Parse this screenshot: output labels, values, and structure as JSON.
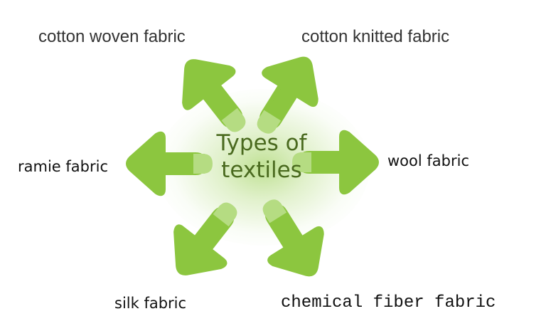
{
  "diagram": {
    "center": {
      "line1": "Types of",
      "line2": "textiles"
    },
    "branches": [
      {
        "label": "cotton woven fabric",
        "direction": "up-left"
      },
      {
        "label": "cotton knitted fabric",
        "direction": "up-right"
      },
      {
        "label": "ramie fabric",
        "direction": "left"
      },
      {
        "label": "wool fabric",
        "direction": "right"
      },
      {
        "label": "silk fabric",
        "direction": "down-left"
      },
      {
        "label": "chemical fiber fabric",
        "direction": "down-right"
      }
    ],
    "colors": {
      "arrow": "#8cc63f",
      "arrow_tail": "#b5dc82",
      "center_text": "#4a6a1f",
      "glow": "#8cc83c"
    }
  }
}
